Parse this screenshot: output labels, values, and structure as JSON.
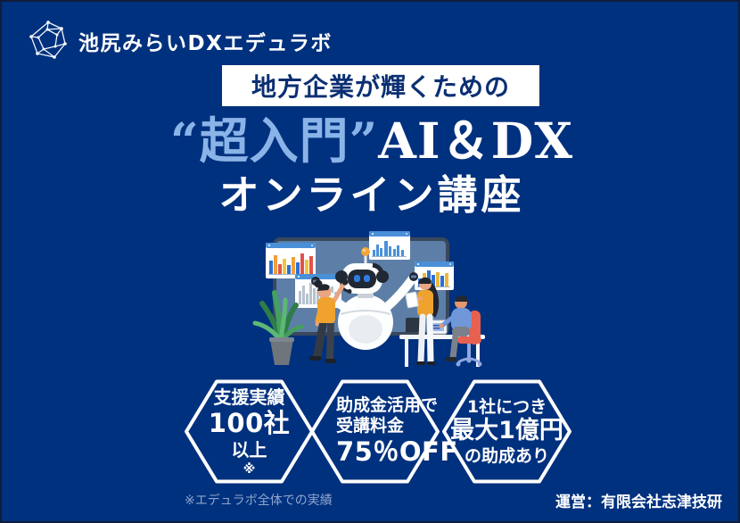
{
  "colors": {
    "background": "#00317e",
    "accent_light_blue": "#8ab4e8",
    "banner_bg": "#ffffff",
    "banner_text": "#0b2f72",
    "hexagon_border": "#ffffff",
    "footnote_text": "#8fa6cf",
    "board": "#5d7ea7",
    "robot_accent": "#2f7de0",
    "chair_red": "#e8604f",
    "shirt_orange": "#efa22e"
  },
  "logo": {
    "icon": "polygon-network-icon",
    "name": "池尻みらいDXエデュラボ"
  },
  "banner": {
    "label": "地方企業が輝くための"
  },
  "title": {
    "quoted": "“超入門”",
    "main": "AI＆DX",
    "line2": "オンライン講座"
  },
  "illustration": {
    "description": "robot presenting bar charts on a board with three people, plant, desk and laptops"
  },
  "badges": [
    {
      "line1": "支援実績",
      "line2": "100社",
      "line3": "以上",
      "note": "※"
    },
    {
      "line1": "助成金活用で",
      "line2": "受講料金",
      "line3": "75％OFF"
    },
    {
      "line1": "1社につき",
      "line2": "最大1億円",
      "line3": "の助成あり"
    }
  ],
  "footnote": {
    "text": "※エデュラボ全体での実績"
  },
  "footer": {
    "operator": "運営：有限会社志津技研"
  }
}
